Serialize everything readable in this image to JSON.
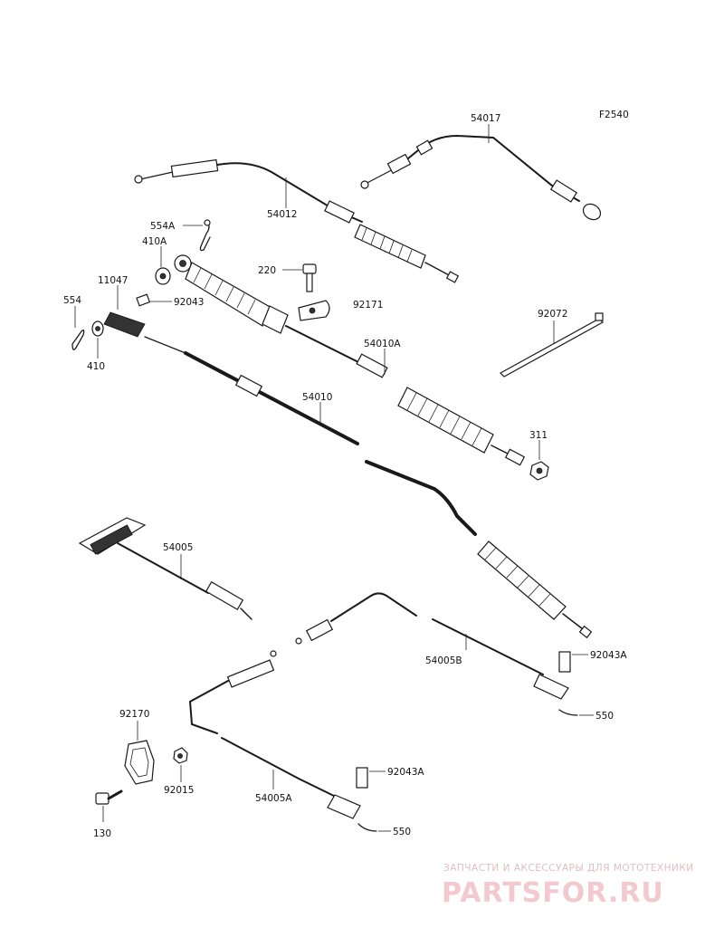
{
  "figure_code": "F2540",
  "parts": [
    {
      "id": "p54017",
      "number": "54017"
    },
    {
      "id": "p54012",
      "number": "54012"
    },
    {
      "id": "p554A",
      "number": "554A"
    },
    {
      "id": "p410A",
      "number": "410A"
    },
    {
      "id": "p220",
      "number": "220"
    },
    {
      "id": "p11047",
      "number": "11047"
    },
    {
      "id": "p92043",
      "number": "92043"
    },
    {
      "id": "p92171",
      "number": "92171"
    },
    {
      "id": "p554",
      "number": "554"
    },
    {
      "id": "p410",
      "number": "410"
    },
    {
      "id": "p92072",
      "number": "92072"
    },
    {
      "id": "p54010A",
      "number": "54010A"
    },
    {
      "id": "p54010",
      "number": "54010"
    },
    {
      "id": "p311",
      "number": "311"
    },
    {
      "id": "p54005",
      "number": "54005"
    },
    {
      "id": "p54005B",
      "number": "54005B"
    },
    {
      "id": "p92043A_1",
      "number": "92043A"
    },
    {
      "id": "p550_1",
      "number": "550"
    },
    {
      "id": "p92170",
      "number": "92170"
    },
    {
      "id": "p92015",
      "number": "92015"
    },
    {
      "id": "p130",
      "number": "130"
    },
    {
      "id": "p54005A",
      "number": "54005A"
    },
    {
      "id": "p92043A_2",
      "number": "92043A"
    },
    {
      "id": "p550_2",
      "number": "550"
    }
  ],
  "watermark": {
    "tagline": "ЗАПЧАСТИ И АКСЕССУАРЫ ДЛЯ МОТОТЕХНИКИ",
    "brand": "PARTSFOR.RU",
    "color": "#e8a8b2"
  }
}
